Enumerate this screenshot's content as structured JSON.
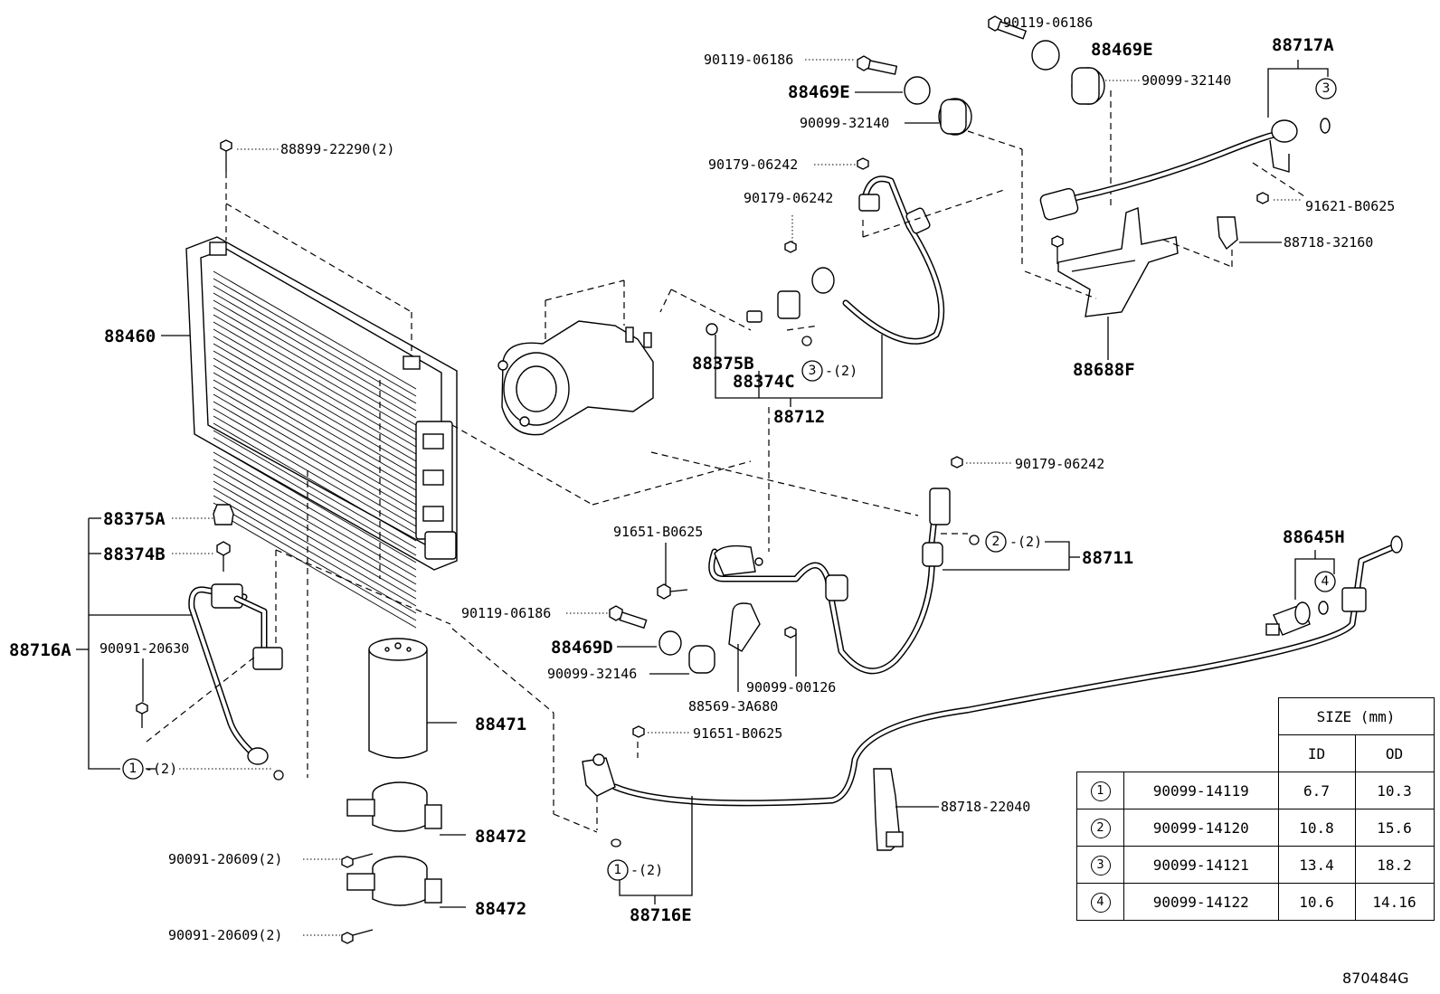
{
  "diagram_code": "870484G",
  "labels": {
    "p88460": "88460",
    "p88899": "88899-22290(2)",
    "p88375A": "88375A",
    "p88374B": "88374B",
    "p88716A": "88716A",
    "p90091_20630": "90091-20630",
    "p88471": "88471",
    "p88472a": "88472",
    "p88472b": "88472",
    "p90091_20609a": "90091-20609(2)",
    "p90091_20609b": "90091-20609(2)",
    "p90119_top1": "90119-06186",
    "p90119_top2": "90119-06186",
    "p88469E_a": "88469E",
    "p88469E_b": "88469E",
    "p90099_32140_a": "90099-32140",
    "p90099_32140_b": "90099-32140",
    "p88717A": "88717A",
    "p90179_a": "90179-06242",
    "p90179_b": "90179-06242",
    "p90179_c": "90179-06242",
    "p91621": "91621-B0625",
    "p88718_32160": "88718-32160",
    "p88688F": "88688F",
    "p88375B": "88375B",
    "p88374C": "88374C",
    "p88712": "88712",
    "p88711": "88711",
    "p91651_a": "91651-B0625",
    "p91651_b": "91651-B0625",
    "p90119_mid": "90119-06186",
    "p88469D": "88469D",
    "p90099_32146": "90099-32146",
    "p90099_00126": "90099-00126",
    "p88569": "88569-3A680",
    "p88645H": "88645H",
    "p88718_22040": "88718-22040",
    "p88716E": "88716E"
  },
  "markers": {
    "m1_left": "1",
    "m1_left_qty": "-(2)",
    "m1_mid": "1",
    "m1_mid_qty": "-(2)",
    "m2": "2",
    "m2_qty": "-(2)",
    "m3_top": "3",
    "m3_mid": "3",
    "m3_mid_qty": "-(2)",
    "m4": "4"
  },
  "size_table": {
    "header": "SIZE (mm)",
    "col_id": "ID",
    "col_od": "OD",
    "rows": [
      {
        "ref": "1",
        "part": "90099-14119",
        "id": "6.7",
        "od": "10.3"
      },
      {
        "ref": "2",
        "part": "90099-14120",
        "id": "10.8",
        "od": "15.6"
      },
      {
        "ref": "3",
        "part": "90099-14121",
        "id": "13.4",
        "od": "18.2"
      },
      {
        "ref": "4",
        "part": "90099-14122",
        "id": "10.6",
        "od": "14.16"
      }
    ]
  }
}
